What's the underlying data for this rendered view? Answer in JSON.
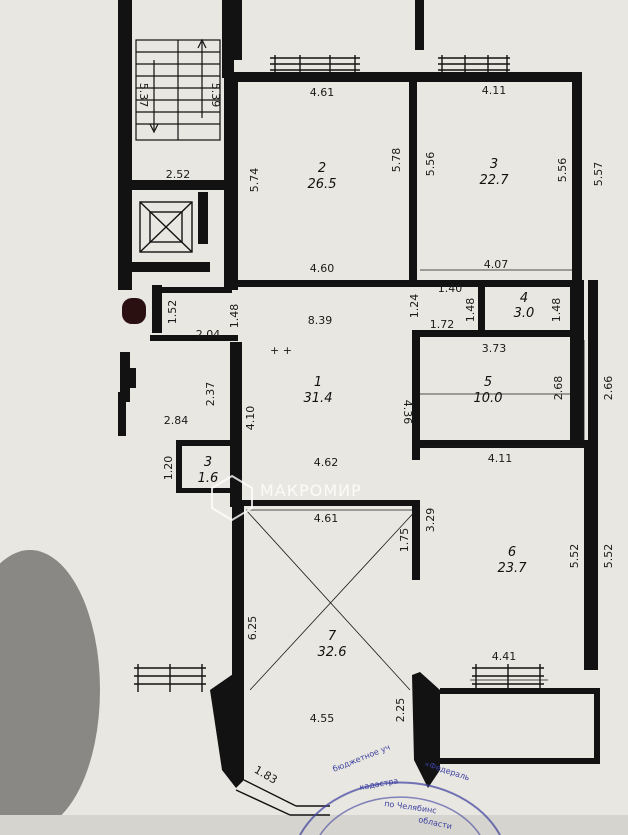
{
  "rooms": [
    {
      "id": "1",
      "number": "1",
      "area": "31.4"
    },
    {
      "id": "2",
      "number": "2",
      "area": "26.5"
    },
    {
      "id": "3",
      "number": "3",
      "area": "22.7"
    },
    {
      "id": "4",
      "number": "4",
      "area": "3.0"
    },
    {
      "id": "5",
      "number": "5",
      "area": "10.0"
    },
    {
      "id": "6",
      "number": "6",
      "area": "23.7"
    },
    {
      "id": "7",
      "number": "7",
      "area": "32.6"
    },
    {
      "id": "3b",
      "number": "3",
      "area": "1.6"
    }
  ],
  "dimensions": [
    {
      "id": "r2-top",
      "label": "4.61"
    },
    {
      "id": "r2-left",
      "label": "5.74"
    },
    {
      "id": "r2-right",
      "label": "5.78"
    },
    {
      "id": "r2-bottom",
      "label": "4.60"
    },
    {
      "id": "r3-top",
      "label": "4.11"
    },
    {
      "id": "r3-left",
      "label": "5.56"
    },
    {
      "id": "r3-right",
      "label": "5.56"
    },
    {
      "id": "r3-outer",
      "label": "5.57"
    },
    {
      "id": "r3-bottom",
      "label": "4.07"
    },
    {
      "id": "stair-left",
      "label": "5.37"
    },
    {
      "id": "stair-right",
      "label": "5.39"
    },
    {
      "id": "stair-bottom",
      "label": "2.52"
    },
    {
      "id": "vest-152",
      "label": "1.52"
    },
    {
      "id": "vest-204",
      "label": "2.04"
    },
    {
      "id": "vest-148",
      "label": "1.48"
    },
    {
      "id": "hall-top",
      "label": "8.39"
    },
    {
      "id": "hall-124",
      "label": "1.24"
    },
    {
      "id": "r4-140",
      "label": "1.40"
    },
    {
      "id": "r4-148a",
      "label": "1.48"
    },
    {
      "id": "r4-172",
      "label": "1.72"
    },
    {
      "id": "r4-148b",
      "label": "1.48"
    },
    {
      "id": "r5-top",
      "label": "3.73"
    },
    {
      "id": "r5-right",
      "label": "2.68"
    },
    {
      "id": "r5-outer",
      "label": "2.66"
    },
    {
      "id": "left-237",
      "label": "2.37"
    },
    {
      "id": "left-284",
      "label": "2.84"
    },
    {
      "id": "hall-410",
      "label": "4.10"
    },
    {
      "id": "hall-436",
      "label": "4.36"
    },
    {
      "id": "hall-462",
      "label": "4.62"
    },
    {
      "id": "wc-120",
      "label": "1.20"
    },
    {
      "id": "r6-top",
      "label": "4.11"
    },
    {
      "id": "r6-329",
      "label": "3.29"
    },
    {
      "id": "r6-right",
      "label": "5.52"
    },
    {
      "id": "r6-outer",
      "label": "5.52"
    },
    {
      "id": "r7-top",
      "label": "4.61"
    },
    {
      "id": "r7-175",
      "label": "1.75"
    },
    {
      "id": "r7-left",
      "label": "6.25"
    },
    {
      "id": "r7-bottom",
      "label": "4.55"
    },
    {
      "id": "r7-225",
      "label": "2.25"
    },
    {
      "id": "r7-183",
      "label": "1.83"
    },
    {
      "id": "balc-441",
      "label": "4.41"
    }
  ],
  "watermark": {
    "text": "МАКРОМИР"
  },
  "stamp": {
    "lines": [
      "бюджетное уч",
      "«Федераль",
      "кадастра",
      "по Челябинс",
      "области"
    ]
  },
  "colors": {
    "wall": "#121212",
    "paper": "#e9e7e1",
    "stamp": "#3b3fa0"
  }
}
